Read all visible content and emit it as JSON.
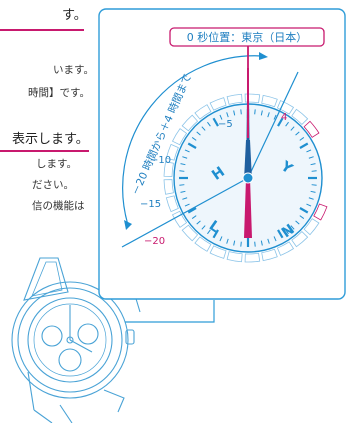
{
  "text": {
    "heading_fragment_1": "す。",
    "line_1": "います。",
    "line_2": "時間】です。",
    "heading_fragment_2": "表示します。",
    "line_3": "します。",
    "line_4": "ださい。",
    "line_5": "信の機能は"
  },
  "diagram": {
    "top_label": "0 秒位置：東京（日本）",
    "arc_label": "－20 時間から＋4 時間まで",
    "scale": {
      "label_4": "4",
      "label_m5": "−5",
      "label_m10": "−10",
      "label_m15": "−15",
      "label_m20": "−20"
    },
    "letters": {
      "h": "H",
      "y": "Y",
      "n": "N",
      "l": "L"
    }
  },
  "colors": {
    "accent": "#c8196e",
    "line": "#1f8fd0",
    "panel_border": "#2f9cd8",
    "dial_fill": "#eef6fc"
  }
}
